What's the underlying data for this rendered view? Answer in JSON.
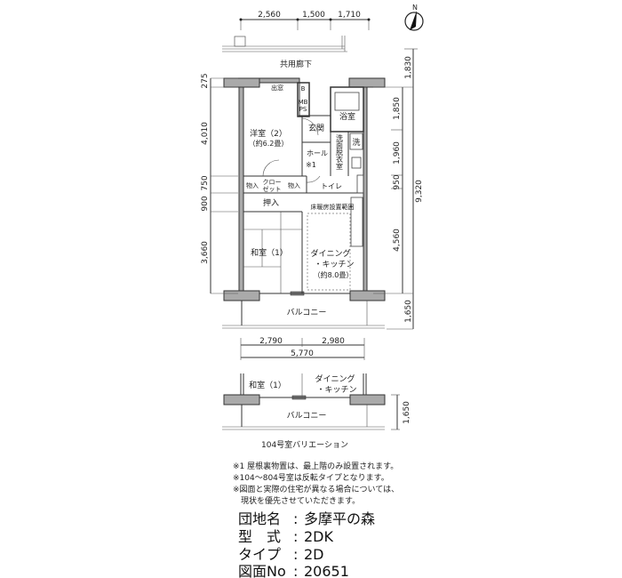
{
  "north_label": "N",
  "dims": {
    "top": [
      "2,560",
      "1,500",
      "1,710"
    ],
    "left": [
      "275",
      "4,010",
      "750",
      "900",
      "3,660"
    ],
    "right_inner": [
      "1,850",
      "1,960",
      "950",
      "4,560"
    ],
    "right_outer": [
      "1,830",
      "9,320",
      "1,650"
    ],
    "bottom": [
      "2,790",
      "2,980"
    ],
    "bottom_total": "5,770",
    "variation_balcony": "1,650"
  },
  "labels": {
    "corridor": "共用廊下",
    "bay_window": "出窓",
    "b": "B",
    "mb": "MB",
    "ps": "PS",
    "western_room": "洋室（2）",
    "western_room_size": "（約6.2畳）",
    "entrance": "玄関",
    "bath": "浴室",
    "washroom": "洗面脱衣室",
    "washer": "洗",
    "hall": "ホール",
    "note_mark": "※1",
    "storage1": "物入",
    "closet1": "クロー",
    "closet2": "ゼット",
    "storage2": "物入",
    "toilet": "トイレ",
    "oshiire": "押入",
    "floor_heating": "床暖房設置範囲",
    "japanese_room": "和室（1）",
    "dining1": "ダイニング",
    "dining2": "・キッチン",
    "dining_size": "（約8.0畳）",
    "balcony": "バルコニー"
  },
  "variation": {
    "japanese_room": "和室（1）",
    "dining1": "ダイニング",
    "dining2": "・キッチン",
    "balcony": "バルコニー",
    "caption": "104号室バリエーション"
  },
  "notes": [
    "※1 屋根裏物置は、最上階のみ設置されます。",
    "※104～804号室は反転タイプとなります。",
    "※図面と実際の住宅が異なる場合については、",
    "　現状を優先させていただきます。"
  ],
  "info": [
    {
      "label": "団地名",
      "value": "多摩平の森"
    },
    {
      "label": "型　式",
      "value": "2DK"
    },
    {
      "label": "タイプ",
      "value": "2D"
    },
    {
      "label": "図面No",
      "value": "20651"
    }
  ]
}
